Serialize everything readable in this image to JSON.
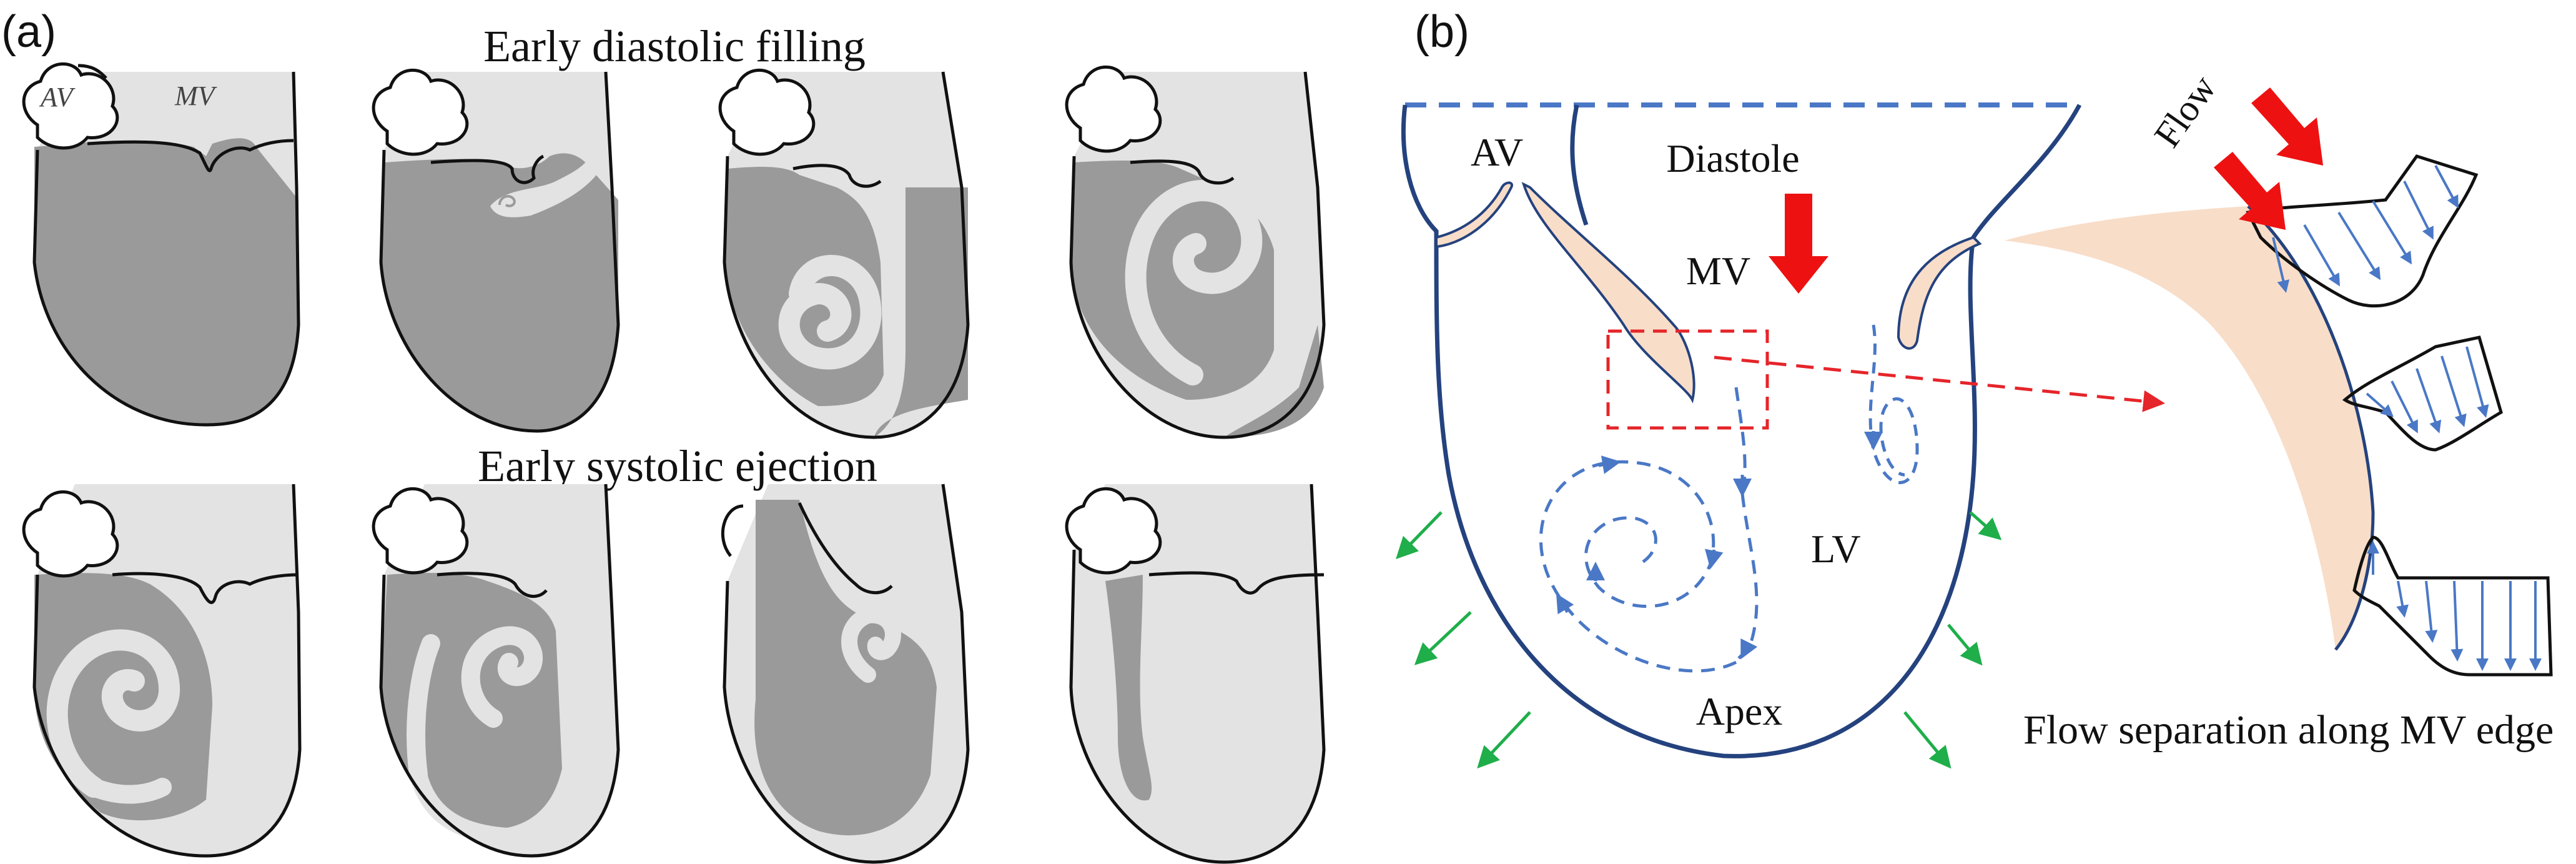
{
  "panels": {
    "a": {
      "label": "(a)",
      "row_titles": [
        "Early diastolic filling",
        "Early systolic ejection"
      ],
      "valve_labels": {
        "aortic": "AV",
        "mitral": "MV"
      }
    },
    "b": {
      "label": "(b)",
      "labels": {
        "av": "AV",
        "mv": "MV",
        "diastole": "Diastole",
        "lv": "LV",
        "apex": "Apex",
        "flow": "Flow",
        "caption": "Flow separation along MV edge"
      }
    }
  },
  "colors": {
    "outline": "#111111",
    "blood_dark": "#9a9a9a",
    "blood_light": "#e3e3e3",
    "heart_outline_b": "#24427e",
    "dashed_blue": "#4a78c6",
    "leaflet": "#f8ddc8",
    "red_arrow": "#ee1111",
    "green_arrow": "#1fae4a",
    "zoom_box": "#e5252a"
  }
}
